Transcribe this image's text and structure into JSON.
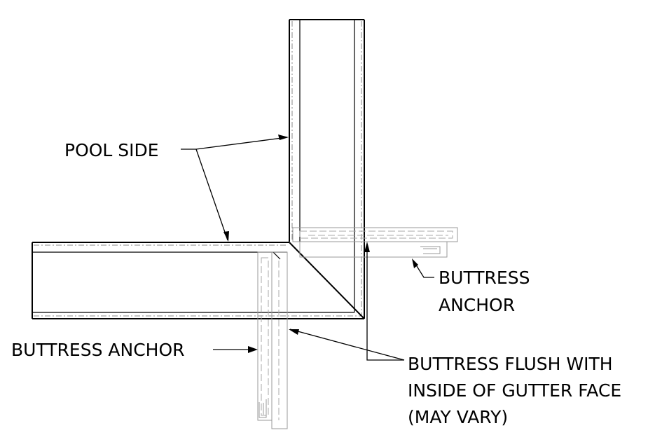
{
  "labels": {
    "pool_side": "POOL SIDE",
    "buttress_anchor_right_line1": "BUTTRESS",
    "buttress_anchor_right_line2": "ANCHOR",
    "buttress_anchor_left": "BUTTRESS ANCHOR",
    "flush_line1": "BUTTRESS FLUSH WITH",
    "flush_line2": "INSIDE OF GUTTER FACE",
    "flush_line3": "(MAY VARY)"
  }
}
